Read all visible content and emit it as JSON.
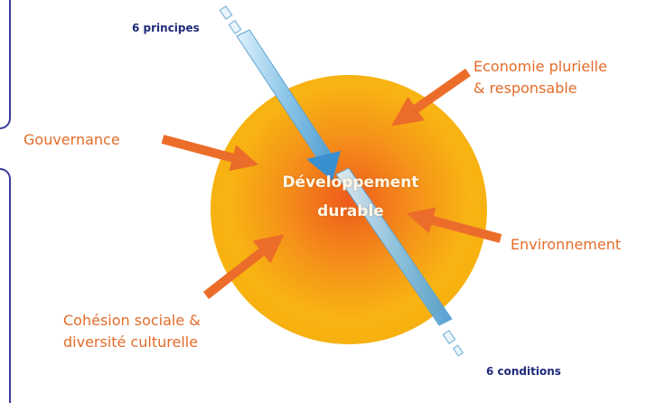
{
  "diagram": {
    "center": {
      "line1": "Développement",
      "line2": "durable"
    },
    "pillars": {
      "economy": {
        "line1": "Economie plurielle",
        "line2": "& responsable"
      },
      "governance": "Gouvernance",
      "environment": "Environnement",
      "social": {
        "line1": "Cohésion sociale &",
        "line2": "diversité culturelle"
      }
    },
    "axis": {
      "top": "6 principes",
      "bottom": "6 conditions"
    }
  },
  "colors": {
    "label_orange": "#e36c2a",
    "arrow_orange": "#ec6d2a",
    "navy": "#1f2a7a",
    "circle_outer": "#f7b712",
    "circle_inner": "#ee5b1c",
    "bar_blue": "#6aaed8"
  }
}
